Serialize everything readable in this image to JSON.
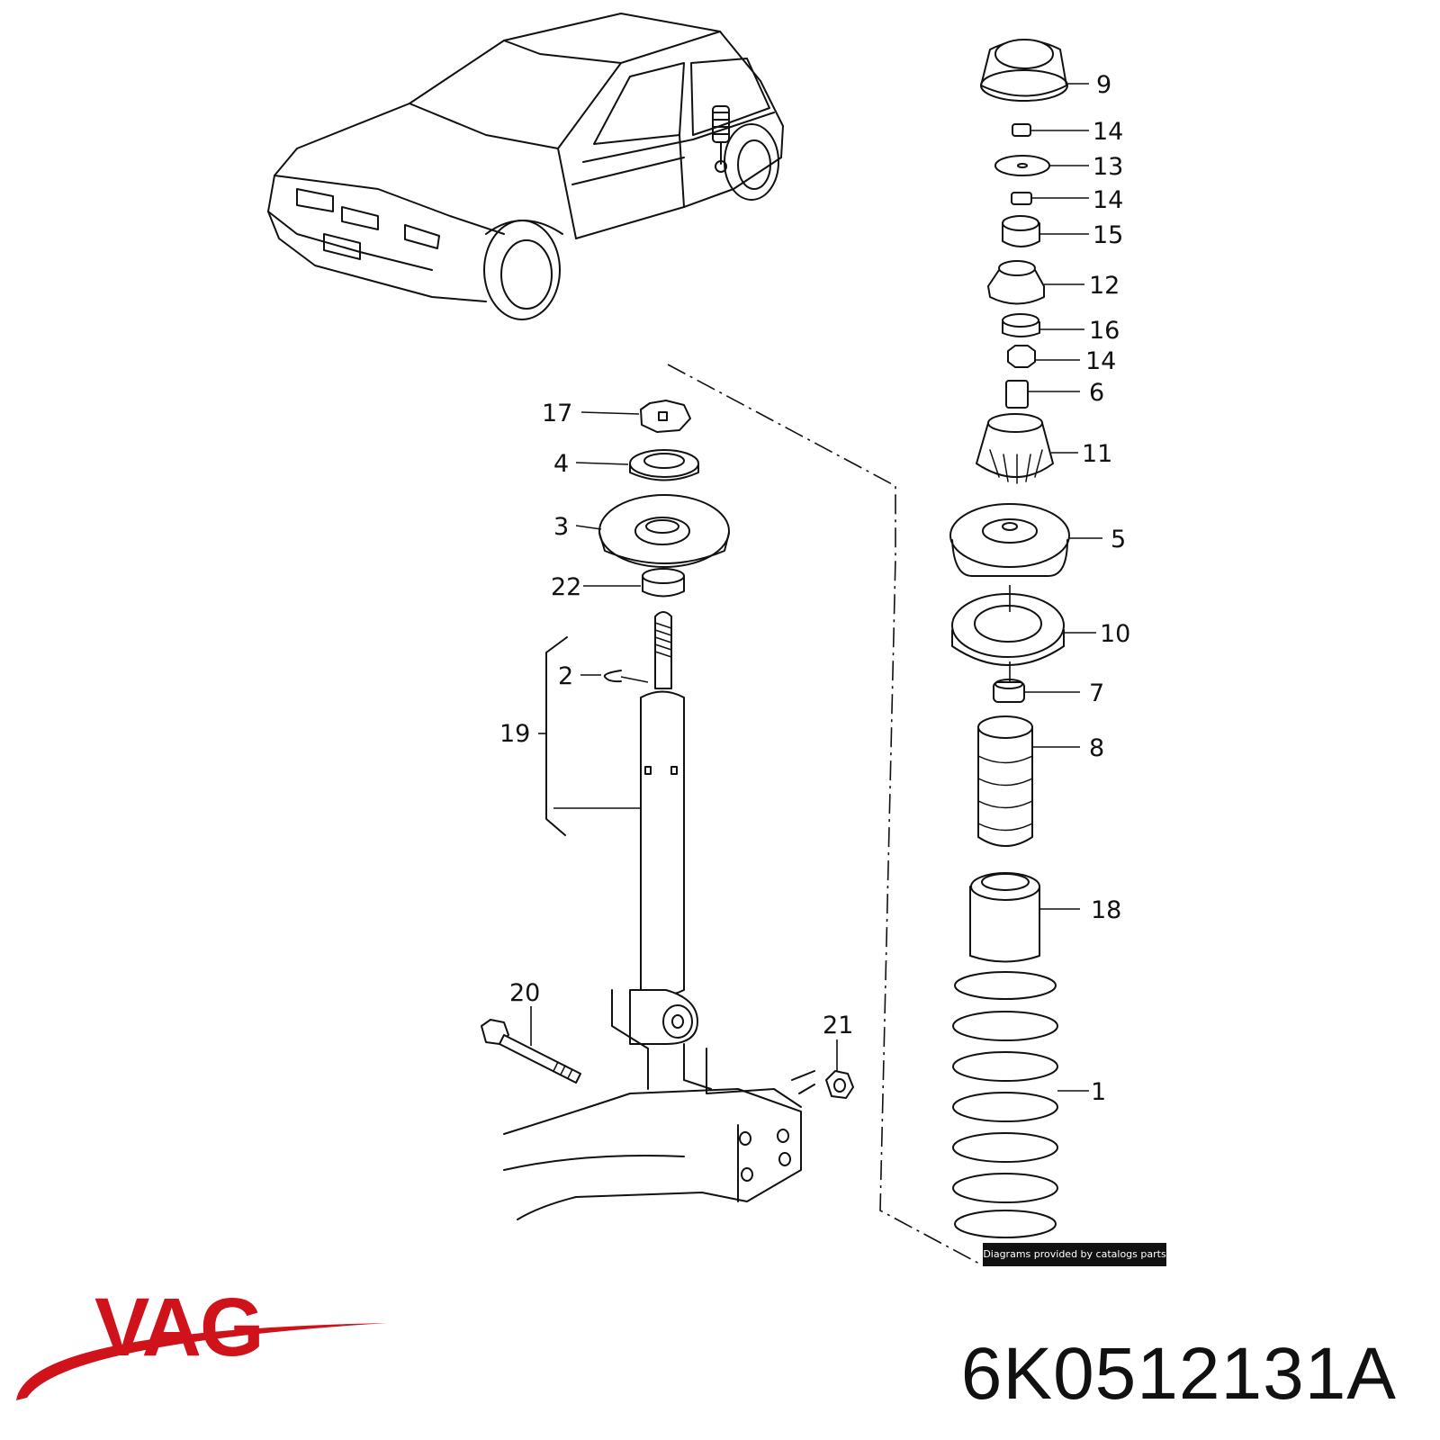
{
  "labels": [
    {
      "id": "9",
      "text": "9"
    },
    {
      "id": "14a",
      "text": "14"
    },
    {
      "id": "13",
      "text": "13"
    },
    {
      "id": "14b",
      "text": "14"
    },
    {
      "id": "15",
      "text": "15"
    },
    {
      "id": "12",
      "text": "12"
    },
    {
      "id": "16",
      "text": "16"
    },
    {
      "id": "14c",
      "text": "14"
    },
    {
      "id": "6",
      "text": "6"
    },
    {
      "id": "11",
      "text": "11"
    },
    {
      "id": "5",
      "text": "5"
    },
    {
      "id": "10",
      "text": "10"
    },
    {
      "id": "7",
      "text": "7"
    },
    {
      "id": "8",
      "text": "8"
    },
    {
      "id": "18",
      "text": "18"
    },
    {
      "id": "1",
      "text": "1"
    },
    {
      "id": "17",
      "text": "17"
    },
    {
      "id": "4",
      "text": "4"
    },
    {
      "id": "3",
      "text": "3"
    },
    {
      "id": "22",
      "text": "22"
    },
    {
      "id": "2",
      "text": "2"
    },
    {
      "id": "19",
      "text": "19"
    },
    {
      "id": "20",
      "text": "20"
    },
    {
      "id": "21",
      "text": "21"
    }
  ],
  "credit": "Diagrams provided by catalogs parts",
  "brand": {
    "name": "VAG",
    "color": "#d0121b"
  },
  "part_number": "6K0512131A"
}
